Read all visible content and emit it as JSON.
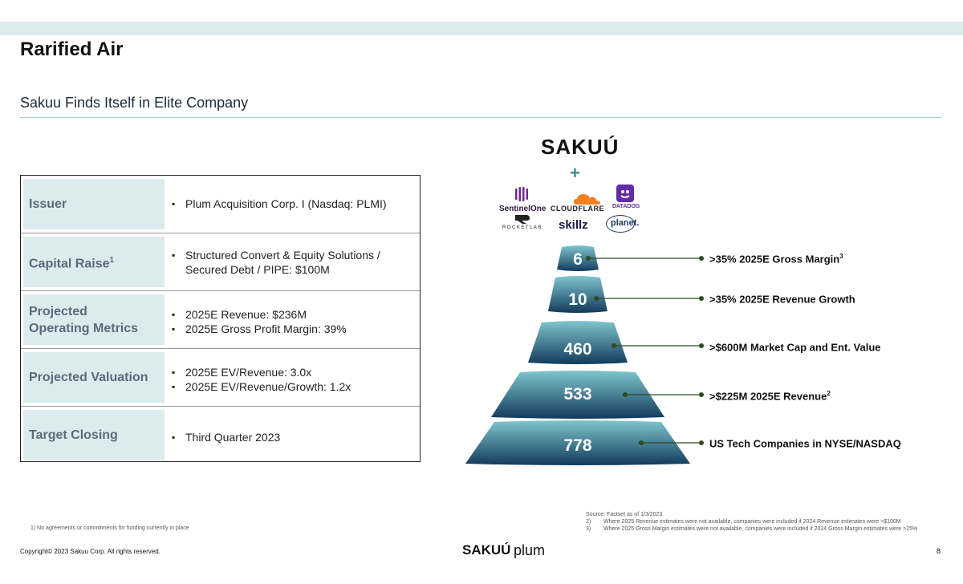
{
  "header": {
    "title": "Rarified Air",
    "subtitle": "Sakuu Finds Itself in Elite Company"
  },
  "table": {
    "rows": [
      {
        "label": "Issuer",
        "items": [
          "Plum Acquisition Corp. I (Nasdaq: PLMI)"
        ]
      },
      {
        "label": "Capital Raise",
        "label_sup": "1",
        "items": [
          "Structured Convert & Equity Solutions / Secured Debt / PIPE: $100M"
        ]
      },
      {
        "label_lines": [
          "Projected",
          "Operating Metrics"
        ],
        "items": [
          "2025E Revenue: $236M",
          "2025E Gross Profit Margin: 39%"
        ]
      },
      {
        "label": "Projected Valuation",
        "items": [
          "2025E EV/Revenue: 3.0x",
          "2025E EV/Revenue/Growth: 1.2x"
        ]
      },
      {
        "label": "Target Closing",
        "items": [
          "Third Quarter 2023"
        ]
      }
    ]
  },
  "logos": {
    "sakuu": "SAKUÚ",
    "plus": "+",
    "peers": [
      "SentinelOne",
      "CLOUDFLARE",
      "DATADOG",
      "ROCKETLAB",
      "skillz",
      "planet."
    ]
  },
  "pyramid": {
    "tiers": [
      {
        "value": "6",
        "label": ">35% 2025E Gross Margin",
        "sup": "3"
      },
      {
        "value": "10",
        "label": ">35% 2025E Revenue Growth",
        "sup": ""
      },
      {
        "value": "460",
        "label": ">$600M Market Cap and Ent. Value",
        "sup": ""
      },
      {
        "value": "533",
        "label": ">$225M 2025E Revenue",
        "sup": "2"
      },
      {
        "value": "778",
        "label": "US Tech Companies in NYSE/NASDAQ",
        "sup": ""
      }
    ],
    "colors": {
      "top": "#7fc6cd",
      "bottom": "#123a5c",
      "connector": "#2f4a24"
    }
  },
  "footer": {
    "footnote": "1)  No agreements or commitments for funding currently in place",
    "source": "Source: Factset as of 1/3/2023",
    "notes": [
      {
        "num": "2)",
        "text": "Where 2025 Revenue estimates were not available, companies were included if 2024 Revenue estimates were >$100M"
      },
      {
        "num": "3)",
        "text": "Where 2025 Gross Margin estimates were not available, companies were included if 2024 Gross Margin estimates were >25%"
      }
    ],
    "copyright": "Copyright© 2023 Sakuu Corp. All rights reserved.",
    "logo_left": "SAKUÚ",
    "logo_right": "plum",
    "page": "8"
  }
}
